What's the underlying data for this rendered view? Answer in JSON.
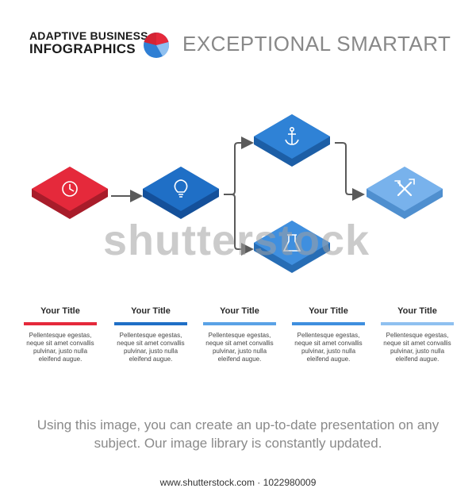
{
  "header": {
    "brand_line1": "ADAPTIVE BUSINESS",
    "brand_line2": "INFOGRAPHICS",
    "title": "EXCEPTIONAL SMARTART"
  },
  "diagram": {
    "nodes": [
      {
        "id": "clock",
        "icon": "clock-icon",
        "color": "#e5293b"
      },
      {
        "id": "idea",
        "icon": "lightbulb-icon",
        "color": "#1f6fc6"
      },
      {
        "id": "anchor",
        "icon": "anchor-icon",
        "color": "#2f82d6"
      },
      {
        "id": "lab",
        "icon": "flask-icon",
        "color": "#3f8fdf"
      },
      {
        "id": "tools",
        "icon": "tools-icon",
        "color": "#78b2ec"
      }
    ]
  },
  "columns": [
    {
      "title": "Your Title",
      "body": "Pellentesque egestas, neque sit amet convallis pulvinar, justo nulla eleifend augue.",
      "color": "#e5293b"
    },
    {
      "title": "Your Title",
      "body": "Pellentesque egestas, neque sit amet convallis pulvinar, justo nulla eleifend augue.",
      "color": "#1f6fc6"
    },
    {
      "title": "Your Title",
      "body": "Pellentesque egestas, neque sit amet convallis pulvinar, justo nulla eleifend augue.",
      "color": "#5aa2e6"
    },
    {
      "title": "Your Title",
      "body": "Pellentesque egestas, neque sit amet convallis pulvinar, justo nulla eleifend augue.",
      "color": "#3f8fdf"
    },
    {
      "title": "Your Title",
      "body": "Pellentesque egestas, neque sit amet convallis pulvinar, justo nulla eleifend augue.",
      "color": "#8fc0f0"
    }
  ],
  "footer": {
    "text": "Using this image, you can create an up-to-date presentation on any subject. Our image library is constantly updated."
  },
  "watermark": "shutterstock",
  "site": "www.shutterstock.com · 1022980009"
}
